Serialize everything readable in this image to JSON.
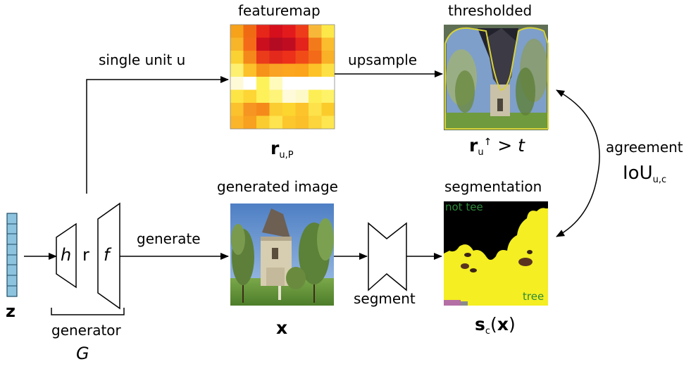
{
  "labels": {
    "featuremap": "featuremap",
    "thresholded": "thresholded",
    "single_unit": "single unit u",
    "upsample": "upsample",
    "generate": "generate",
    "generated_image": "generated image",
    "segmentation": "segmentation",
    "segment": "segment",
    "generator": "generator",
    "agreement": "agreement"
  },
  "symbols": {
    "z": "z",
    "h": "h",
    "r": "r",
    "f": "f",
    "G": "G",
    "r_bold": "r",
    "r_sub": "u,P",
    "x": "x",
    "thresh_r": "r",
    "thresh_sub": "u",
    "thresh_sup": "↑",
    "thresh_gt": " > ",
    "thresh_t": "t",
    "s": "s",
    "s_sub": "c",
    "s_arg_open": "(",
    "s_arg": "x",
    "s_arg_close": ")",
    "iou": "IoU",
    "iou_sub": "u,c"
  },
  "segmentation_labels": {
    "not_tree": "not tee",
    "tree": "tree"
  },
  "colors": {
    "z_cell": "#8dc3df",
    "seg_black": "#000000",
    "seg_yellow": "#f4ee22",
    "seg_brown": "#5a3320",
    "not_tree_text": "#2d8a3a",
    "tree_text": "#2d8a3a",
    "threshold_outline": "#d8d23a"
  },
  "featuremap_grid": [
    [
      "#f6a21a",
      "#f06a14",
      "#e7261a",
      "#d50f1c",
      "#e31a1c",
      "#ee3c1a",
      "#f7b83a",
      "#fde84a"
    ],
    [
      "#f7b52a",
      "#f56a19",
      "#cb0f1f",
      "#b30b22",
      "#c00c21",
      "#e3231c",
      "#f37a1a",
      "#fbbd2e"
    ],
    [
      "#fbd233",
      "#f4881a",
      "#ea3b1a",
      "#e3291b",
      "#ec301a",
      "#f14c18",
      "#f36a18",
      "#f9b127"
    ],
    [
      "#fdf071",
      "#fbc02a",
      "#f6921a",
      "#f9a224",
      "#fca51f",
      "#fba41c",
      "#fcc228",
      "#fde144"
    ],
    [
      "#fefad8",
      "#ffffff",
      "#fef25a",
      "#fffbbd",
      "#ffffff",
      "#ffffff",
      "#ffffff",
      "#ffffff"
    ],
    [
      "#fde546",
      "#fdd535",
      "#fdf059",
      "#fef47a",
      "#fefada",
      "#fef9c9",
      "#fdee55",
      "#fef268"
    ],
    [
      "#fbc22d",
      "#f69521",
      "#f58a1b",
      "#fbcd31",
      "#fcd52f",
      "#fcc42a",
      "#fde24b",
      "#fbcb2c"
    ],
    [
      "#fbb52a",
      "#f8a01f",
      "#fbcc2f",
      "#fee44e",
      "#fcc72c",
      "#fbbf29",
      "#fcd43b",
      "#fde650"
    ]
  ]
}
